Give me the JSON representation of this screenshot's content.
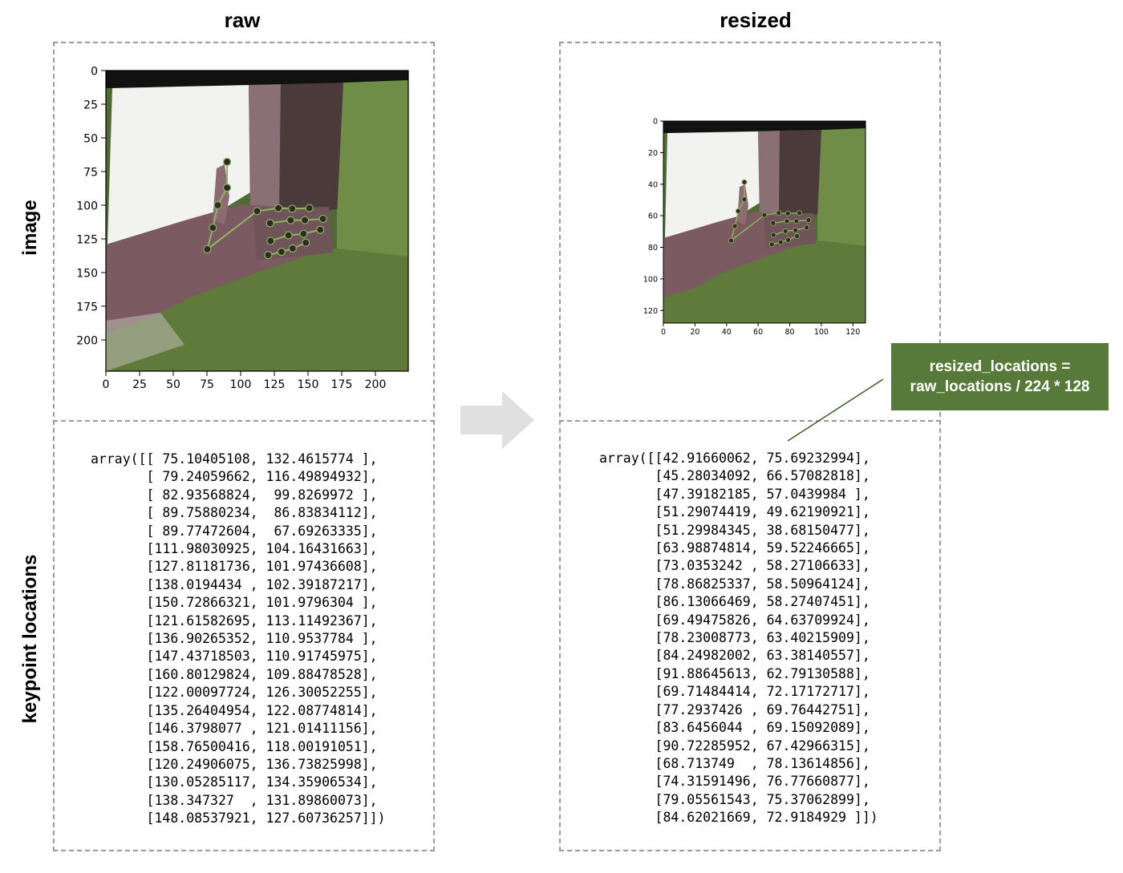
{
  "columns": {
    "raw": "raw",
    "resized": "resized"
  },
  "rows": {
    "image": "image",
    "keypoints": "keypoint locations"
  },
  "formula": {
    "line1": "resized_locations =",
    "line2": "raw_locations / 224 * 128"
  },
  "raw_plot": {
    "y_ticks": [
      "0",
      "25",
      "50",
      "75",
      "100",
      "125",
      "150",
      "175",
      "200"
    ],
    "x_ticks": [
      "0",
      "25",
      "50",
      "75",
      "100",
      "125",
      "150",
      "175",
      "200"
    ]
  },
  "resized_plot": {
    "y_ticks": [
      "0",
      "20",
      "40",
      "60",
      "80",
      "100",
      "120"
    ],
    "x_ticks": [
      "0",
      "20",
      "40",
      "60",
      "80",
      "100",
      "120"
    ]
  },
  "raw_locations_text": "array([[ 75.10405108, 132.4615774 ],\n       [ 79.24059662, 116.49894932],\n       [ 82.93568824,  99.8269972 ],\n       [ 89.75880234,  86.83834112],\n       [ 89.77472604,  67.69263335],\n       [111.98030925, 104.16431663],\n       [127.81181736, 101.97436608],\n       [138.0194434 , 102.39187217],\n       [150.72866321, 101.9796304 ],\n       [121.61582695, 113.11492367],\n       [136.90265352, 110.9537784 ],\n       [147.43718503, 110.91745975],\n       [160.80129824, 109.88478528],\n       [122.00097724, 126.30052255],\n       [135.26404954, 122.08774814],\n       [146.3798077 , 121.01411156],\n       [158.76500416, 118.00191051],\n       [120.24906075, 136.73825998],\n       [130.05285117, 134.35906534],\n       [138.347327  , 131.89860073],\n       [148.08537921, 127.60736257]])",
  "resized_locations_text": "array([[42.91660062, 75.69232994],\n       [45.28034092, 66.57082818],\n       [47.39182185, 57.0439984 ],\n       [51.29074419, 49.62190921],\n       [51.29984345, 38.68150477],\n       [63.98874814, 59.52246665],\n       [73.0353242 , 58.27106633],\n       [78.86825337, 58.50964124],\n       [86.13066469, 58.27407451],\n       [69.49475826, 64.63709924],\n       [78.23008773, 63.40215909],\n       [84.24982002, 63.38140557],\n       [91.88645613, 62.79130588],\n       [69.71484414, 72.17172717],\n       [77.2937426 , 69.76442751],\n       [83.6456044 , 69.15092089],\n       [90.72285952, 67.42966315],\n       [68.713749  , 78.13614856],\n       [74.31591496, 76.77660877],\n       [79.05561543, 75.37062899],\n       [84.62021669, 72.9184929 ]])",
  "keypoints_raw": [
    [
      75.10405108,
      132.4615774
    ],
    [
      79.24059662,
      116.49894932
    ],
    [
      82.93568824,
      99.8269972
    ],
    [
      89.75880234,
      86.83834112
    ],
    [
      89.77472604,
      67.69263335
    ],
    [
      111.98030925,
      104.16431663
    ],
    [
      127.81181736,
      101.97436608
    ],
    [
      138.0194434,
      102.39187217
    ],
    [
      150.72866321,
      101.9796304
    ],
    [
      121.61582695,
      113.11492367
    ],
    [
      136.90265352,
      110.9537784
    ],
    [
      147.43718503,
      110.91745975
    ],
    [
      160.80129824,
      109.88478528
    ],
    [
      122.00097724,
      126.30052255
    ],
    [
      135.26404954,
      122.08774814
    ],
    [
      146.3798077,
      121.01411156
    ],
    [
      158.76500416,
      118.00191051
    ],
    [
      120.24906075,
      136.73825998
    ],
    [
      130.05285117,
      134.35906534
    ],
    [
      138.347327,
      131.89860073
    ],
    [
      148.08537921,
      127.60736257
    ]
  ],
  "colors": {
    "grass_green": "#5f7a3a",
    "hand_mauve": "#7c5a62",
    "wall_white": "#f2f2f0",
    "formula_bg": "#577a3a",
    "dashed_border": "#9a9a9a",
    "arrow_gray": "#e0e0e0",
    "leader_line": "#3d5a22",
    "keypoint_line": "#8fb561",
    "keypoint_dot": "#2f2a22"
  }
}
